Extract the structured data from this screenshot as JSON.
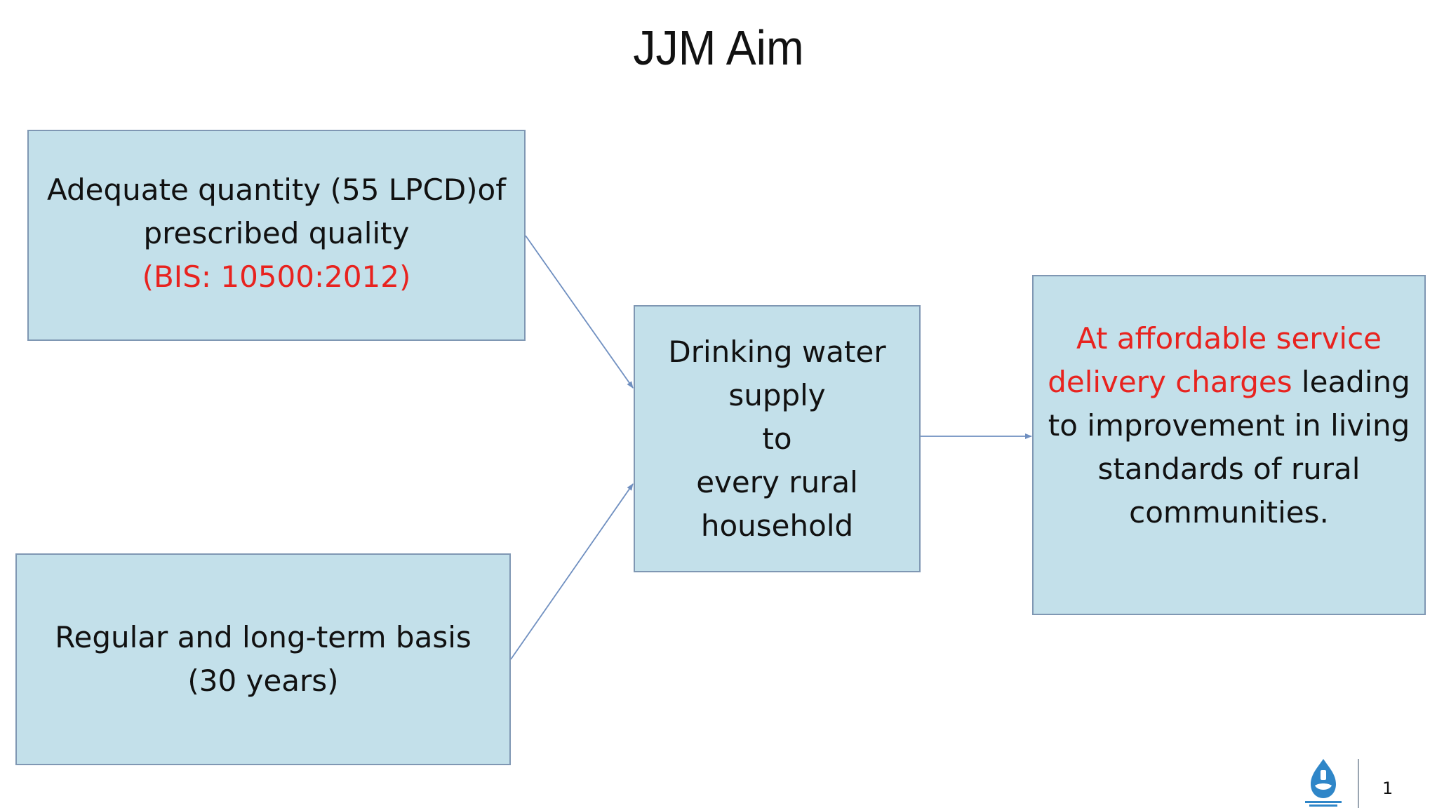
{
  "slide": {
    "title": "JJM Aim",
    "page_number": "1"
  },
  "colors": {
    "box_fill": "#c3e0ea",
    "box_border": "#7f97b3",
    "highlight_red": "#e8231f",
    "arrow": "#6f8fc0"
  },
  "boxes": {
    "quantity": {
      "line1": "Adequate quantity (55 LPCD)of",
      "line2": "prescribed quality",
      "line3_red": "(BIS: 10500:2012)"
    },
    "regular": {
      "line1": "Regular and long-term basis",
      "line2": "(30 years)"
    },
    "center": {
      "line1": "Drinking water",
      "line2": "supply",
      "line3": "to",
      "line4": "every rural",
      "line5": "household"
    },
    "outcome": {
      "line1_red": "At affordable service",
      "line2_red": "delivery charges",
      "line2_rest": " leading",
      "line3": "to improvement in living",
      "line4": "standards of rural",
      "line5": "communities."
    }
  },
  "logo": {
    "icon": "jal-jeevan-mission-water-drop-icon"
  }
}
